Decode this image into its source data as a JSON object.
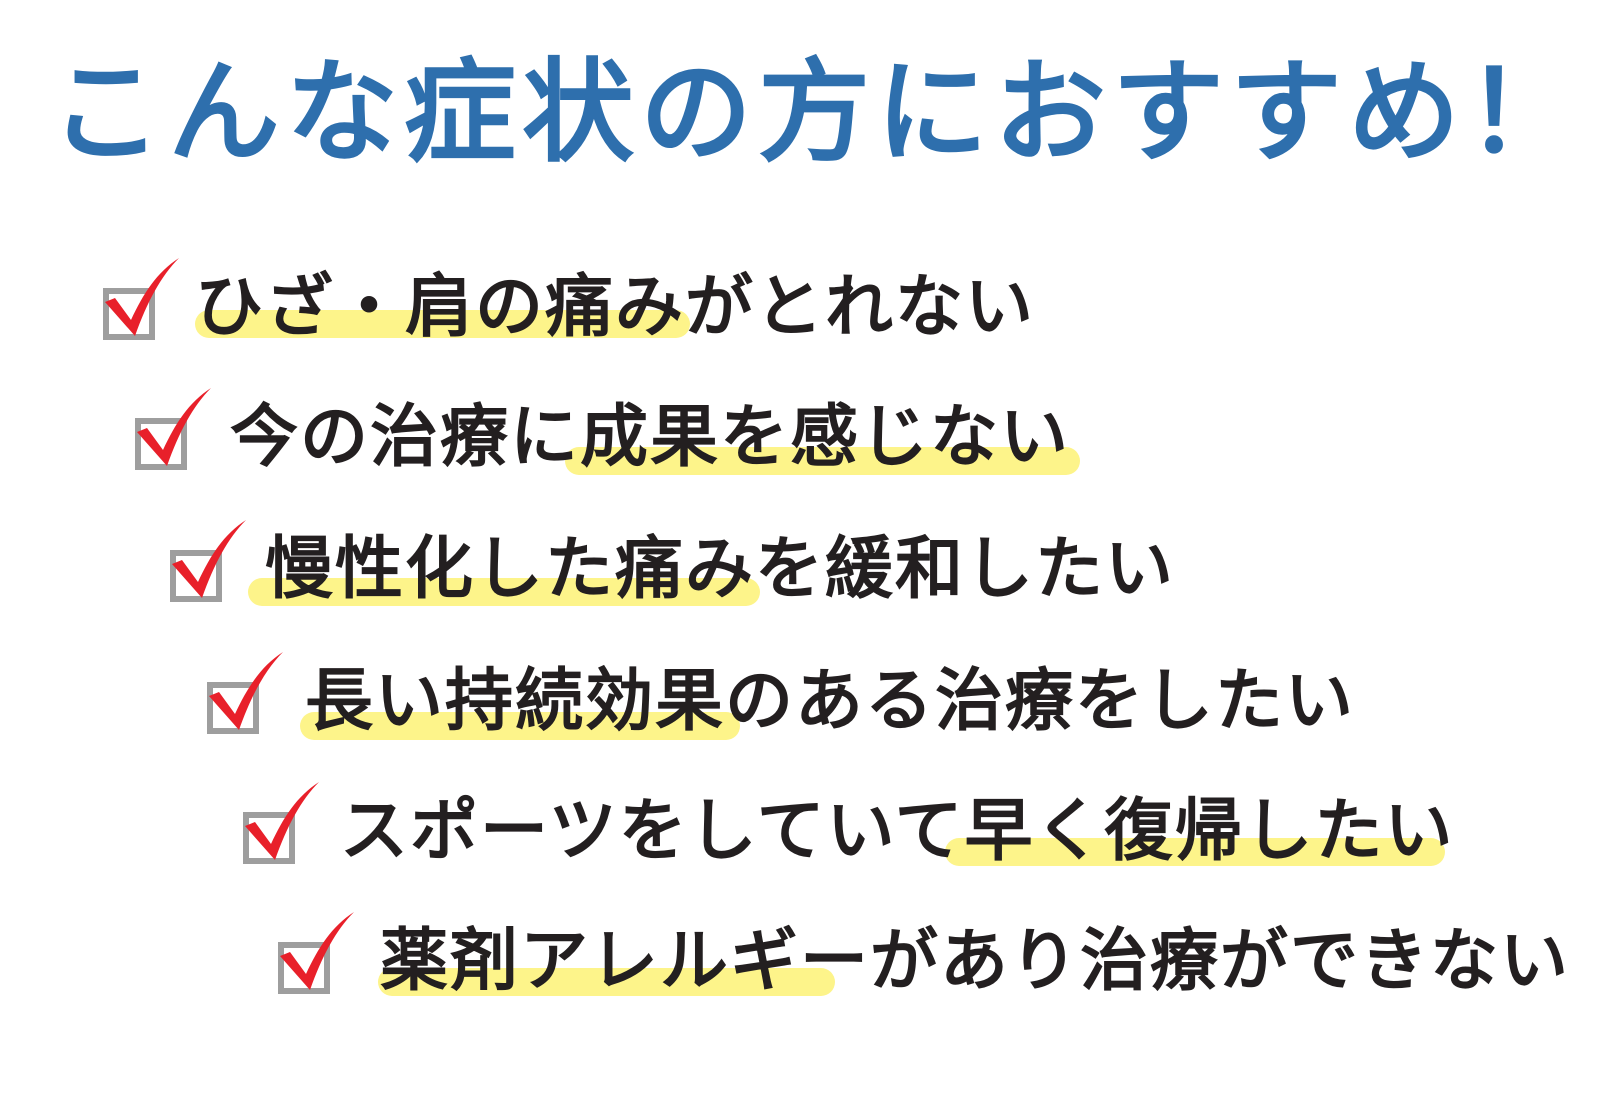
{
  "colors": {
    "title": "#2e6fad",
    "text": "#231f20",
    "highlight": "#fdf48a",
    "checkbox_border": "#9e9e9e",
    "check_mark": "#e8202a"
  },
  "title": "こんな症状の方におすすめ！",
  "items": [
    {
      "text": "ひざ・肩の痛みがとれない",
      "highlighted": "ひざ・肩の痛み",
      "icon": "checked-box-icon"
    },
    {
      "text": "今の治療に成果を感じない",
      "highlighted": "成果を感じない",
      "icon": "checked-box-icon"
    },
    {
      "text": "慢性化した痛みを緩和したい",
      "highlighted": "慢性化した痛み",
      "icon": "checked-box-icon"
    },
    {
      "text": "長い持続効果のある治療をしたい",
      "highlighted": "長い持続効果",
      "icon": "checked-box-icon"
    },
    {
      "text": "スポーツをしていて早く復帰したい",
      "highlighted": "早く復帰したい",
      "icon": "checked-box-icon"
    },
    {
      "text": "薬剤アレルギーがあり治療ができない",
      "highlighted": "薬剤アレルギー",
      "icon": "checked-box-icon"
    }
  ]
}
